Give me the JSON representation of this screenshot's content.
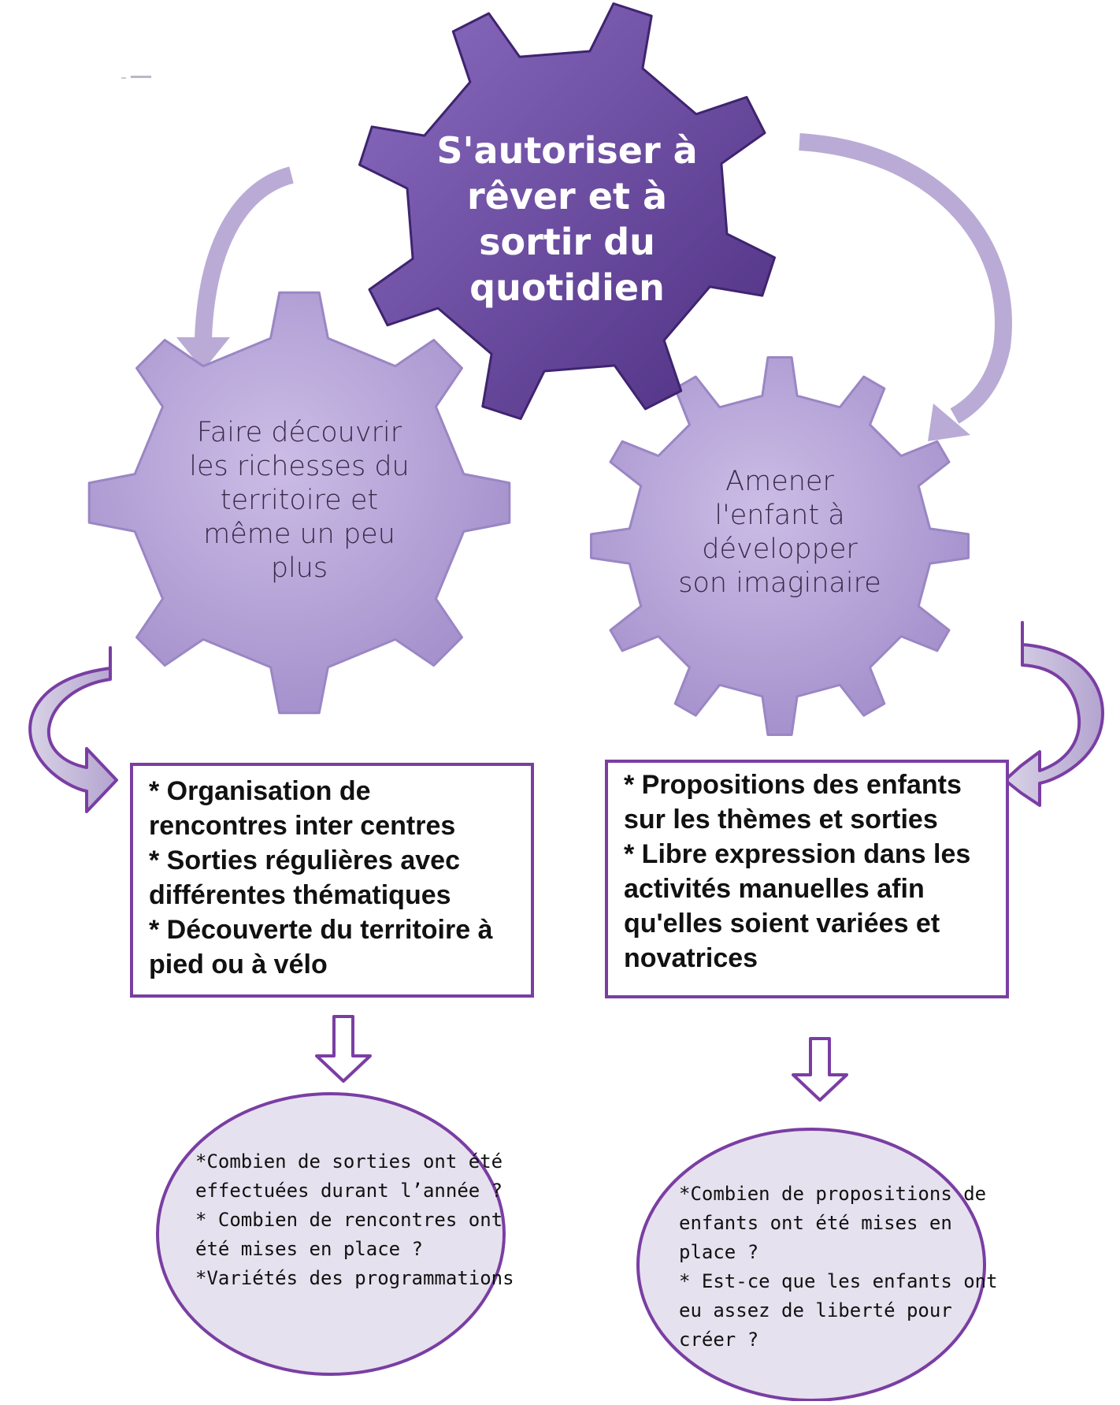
{
  "gears": {
    "main": {
      "text": "S'autoriser à\nrêver et à\nsortir du\nquotidien"
    },
    "left": {
      "text": "Faire découvrir\nles richesses du\nterritoire et\nmême un peu\nplus"
    },
    "right": {
      "text": "Amener\nl'enfant à\ndévelopper\nson imaginaire"
    }
  },
  "boxes": {
    "left": {
      "lines": [
        "* Organisation de",
        "rencontres inter centres",
        "* Sorties régulières avec",
        "différentes thématiques",
        "* Découverte du territoire à",
        "pied ou à vélo"
      ]
    },
    "right": {
      "lines": [
        "* Propositions des enfants",
        "sur les thèmes et sorties",
        "* Libre expression dans les",
        "activités manuelles afin",
        "qu'elles soient variées et",
        "novatrices"
      ]
    }
  },
  "ovals": {
    "left": {
      "lines": [
        "*Combien de sorties ont été",
        "effectuées durant l’année ?",
        "* Combien de rencontres ont",
        "été mises en place ?",
        "*Variétés des programmations"
      ]
    },
    "right": {
      "lines": [
        "*Combien de propositions de",
        "enfants ont été mises en",
        "place ?",
        "* Est-ce que les enfants ont",
        "eu assez de liberté pour",
        "créer ?"
      ]
    }
  },
  "colors": {
    "main_gear": "#6a4a9e",
    "side_gear": "#b8a6d8",
    "arrow_light": "#c2b5dc",
    "border_purple": "#7a3ea3",
    "oval_fill": "#e6e1ee"
  }
}
